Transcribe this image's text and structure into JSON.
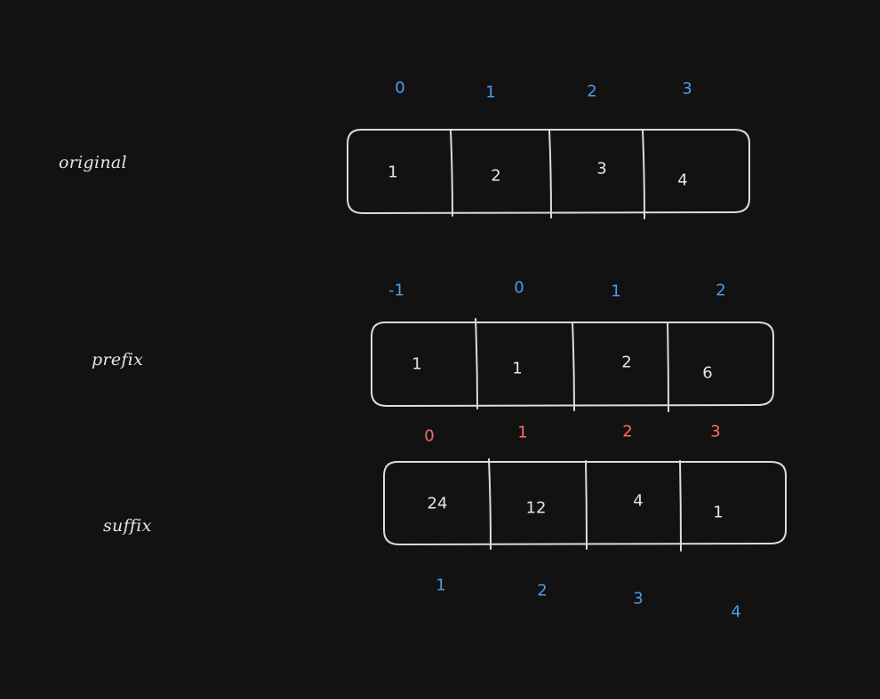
{
  "colors": {
    "background": "#121212",
    "stroke": "#dcdcdc",
    "text": "#e6e6e6",
    "index_blue": "#4a9eea",
    "index_red": "#ff6b6b"
  },
  "original": {
    "label": "original",
    "indices": [
      "0",
      "1",
      "2",
      "3"
    ],
    "values": [
      "1",
      "2",
      "3",
      "4"
    ]
  },
  "prefix": {
    "label": "prefix",
    "indices": [
      "-1",
      "0",
      "1",
      "2"
    ],
    "values": [
      "1",
      "1",
      "2",
      "6"
    ]
  },
  "suffix": {
    "label": "suffix",
    "indices_top": [
      "0",
      "1",
      "2",
      "3"
    ],
    "values": [
      "24",
      "12",
      "4",
      "1"
    ],
    "indices_bottom": [
      "1",
      "2",
      "3",
      "4"
    ]
  }
}
